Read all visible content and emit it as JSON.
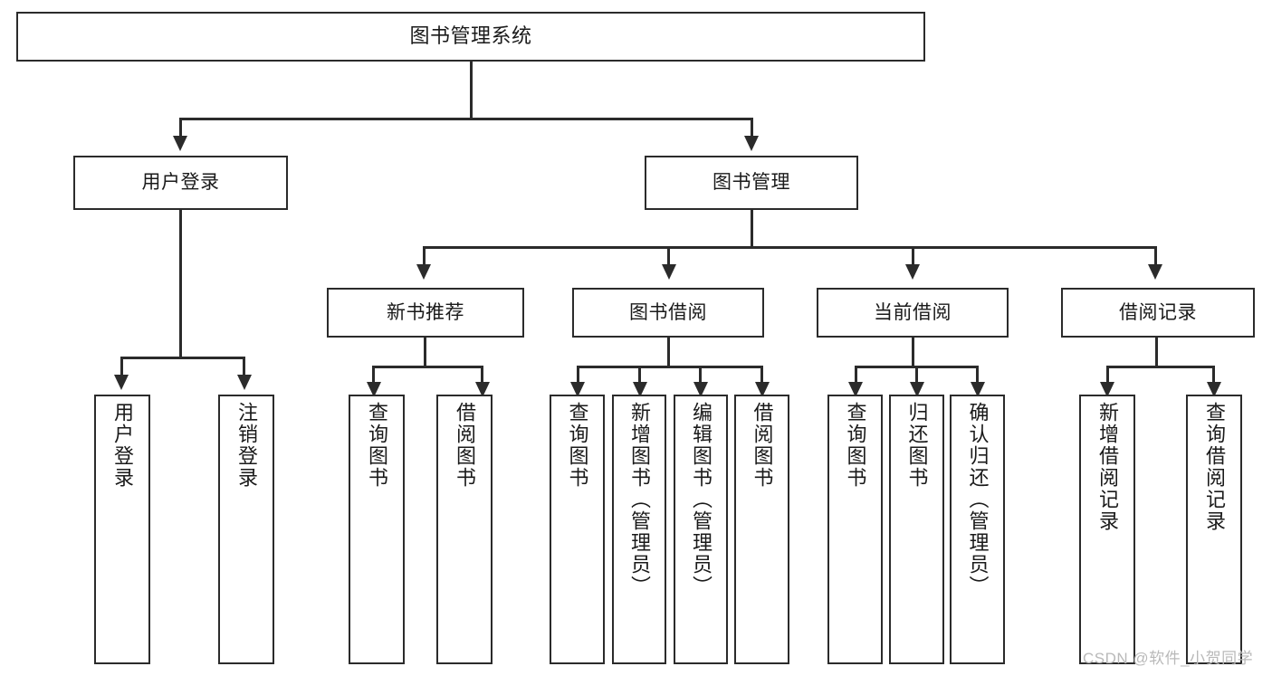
{
  "diagram": {
    "title": "图书管理系统",
    "type": "hierarchy-tree",
    "root": {
      "label": "图书管理系统"
    },
    "level2": [
      {
        "label": "用户登录"
      },
      {
        "label": "图书管理"
      }
    ],
    "level3": [
      {
        "label": "新书推荐"
      },
      {
        "label": "图书借阅"
      },
      {
        "label": "当前借阅"
      },
      {
        "label": "借阅记录"
      }
    ],
    "leaves": {
      "user_login": [
        {
          "label": "用户登录"
        },
        {
          "label": "注销登录"
        }
      ],
      "new_book_recommend": [
        {
          "label": "查询图书"
        },
        {
          "label": "借阅图书"
        }
      ],
      "book_borrow": [
        {
          "label": "查询图书"
        },
        {
          "label": "新增图书（管理员）"
        },
        {
          "label": "编辑图书（管理员）"
        },
        {
          "label": "借阅图书"
        }
      ],
      "current_borrow": [
        {
          "label": "查询图书"
        },
        {
          "label": "归还图书"
        },
        {
          "label": "确认归还（管理员）"
        }
      ],
      "borrow_record": [
        {
          "label": "新增借阅记录"
        },
        {
          "label": "查询借阅记录"
        }
      ]
    }
  },
  "watermark": {
    "text": "CSDN @软件_小贺同学"
  },
  "colors": {
    "stroke": "#2b2b2b",
    "fill": "#ffffff",
    "text": "#1a1a1a",
    "watermark": "#b9b9b9"
  }
}
